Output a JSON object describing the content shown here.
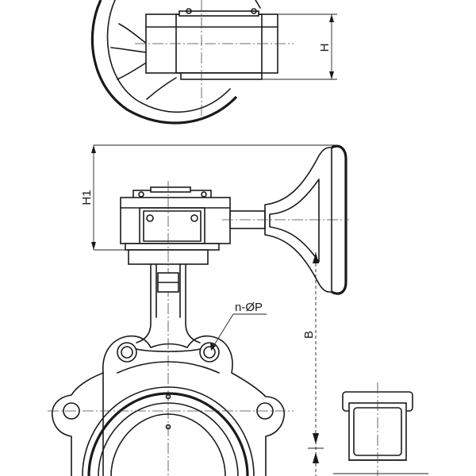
{
  "labels": {
    "h": "H",
    "h1": "H1",
    "b": "B",
    "hole": "n-ØP"
  },
  "colors": {
    "line": "#1a1a1a",
    "background": "#ffffff"
  }
}
